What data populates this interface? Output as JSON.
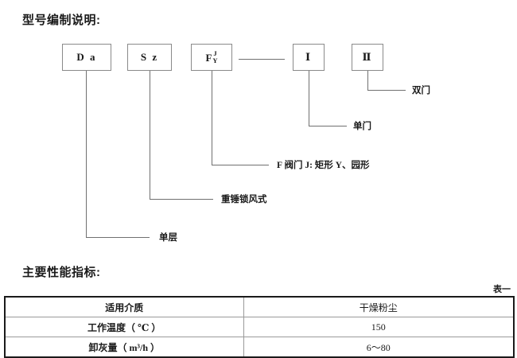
{
  "headings": {
    "model": "型号编制说明:",
    "performance": "主要性能指标:"
  },
  "diagram": {
    "boxes": [
      {
        "name": "da",
        "text": "D a"
      },
      {
        "name": "sz",
        "text": "S z"
      },
      {
        "name": "f",
        "letter": "F",
        "numerator": "J",
        "denominator": "Y"
      },
      {
        "name": "roman-one",
        "text": "Ⅰ"
      },
      {
        "name": "roman-two",
        "text": "Ⅱ"
      }
    ],
    "labels": {
      "double_door": "双门",
      "single_door": "单门",
      "valve": "F 阀门 J: 矩形 Y、园形",
      "weight_lock": "重锤锁风式",
      "single_layer": "单层"
    }
  },
  "table": {
    "caption": "表一",
    "rows": [
      {
        "label": "适用介质",
        "value": "干燥粉尘"
      },
      {
        "label": "工作温度（ ℃ ）",
        "value": "150"
      },
      {
        "label": "卸灰量（ m³/h ）",
        "value": "6～80"
      }
    ]
  }
}
